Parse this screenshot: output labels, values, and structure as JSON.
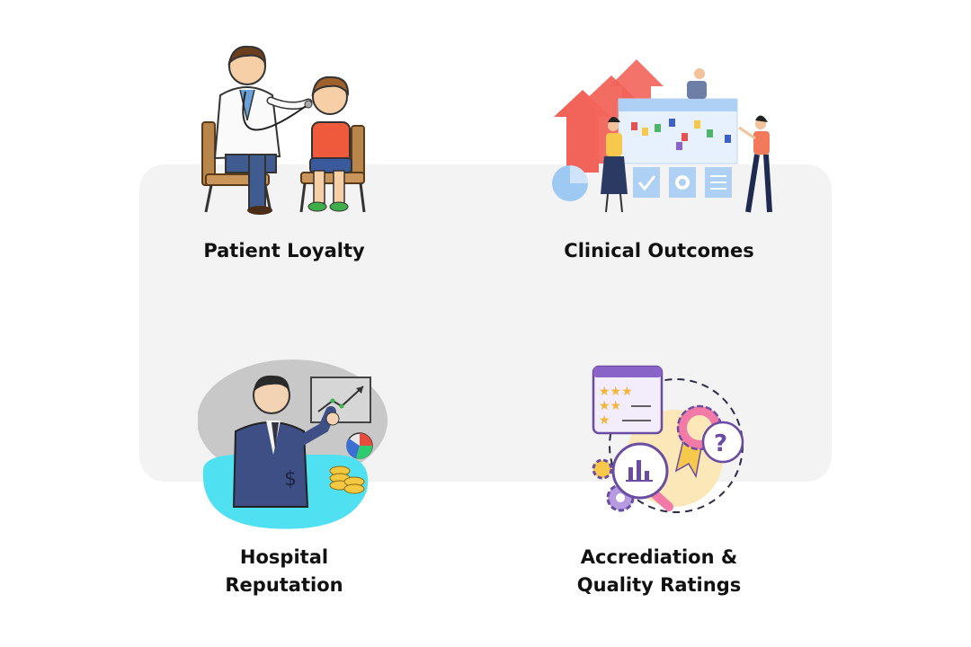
{
  "cards": [
    {
      "title": "Patient Loyalty",
      "illustration": "doctor-examining-child-icon"
    },
    {
      "title": "Clinical Outcomes",
      "illustration": "team-analytics-board-icon"
    },
    {
      "title": "Hospital\nReputation",
      "illustration": "businessman-presenting-growth-icon"
    },
    {
      "title": "Accrediation &\nQuality Ratings",
      "illustration": "star-rating-award-icon"
    }
  ],
  "colors": {
    "backdrop": "#f3f3f3",
    "text": "#111111",
    "arrow_red": "#f2645a",
    "board_blue": "#cfe4fb",
    "cyan": "#4fe1f1",
    "purple": "#8a63c9",
    "pink": "#f27aa6",
    "yellow": "#fbd77d"
  }
}
